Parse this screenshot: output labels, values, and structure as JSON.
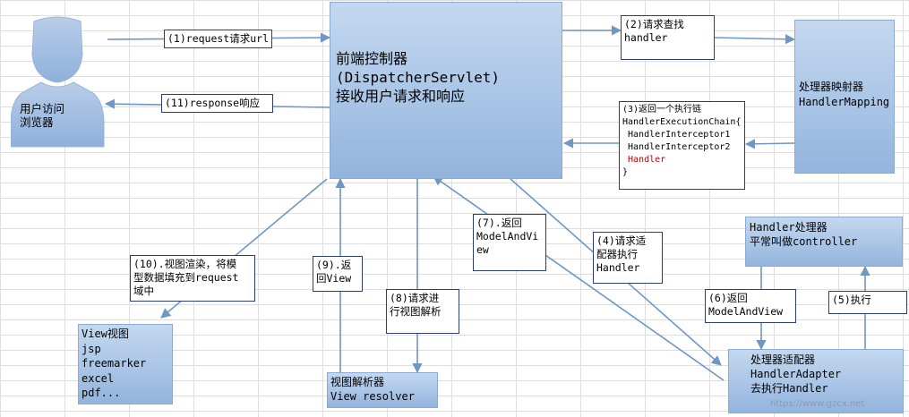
{
  "title_line1": "前端控制器",
  "title_line2": "(DispatcherServlet)",
  "title_line3": "接收用户请求和响应",
  "user_label": [
    "用户访问",
    "浏览器"
  ],
  "mapping_label": [
    "处理器映射器",
    "HandlerMapping"
  ],
  "handler_label": [
    "Handler处理器",
    "平常叫做controller"
  ],
  "adapter_label": [
    "处理器适配器",
    "HandlerAdapter",
    "去执行Handler"
  ],
  "resolver_label": [
    "视图解析器",
    "View resolver"
  ],
  "view_label": [
    "View视图",
    "jsp",
    "freemarker",
    "excel",
    "pdf..."
  ],
  "step1": "(1)request请求url",
  "step2": [
    "(2)请求查找",
    "handler"
  ],
  "step3": [
    "(3)返回一个执行链",
    "HandlerExecutionChain{",
    " HandlerInterceptor1",
    " HandlerInterceptor2",
    " Handler",
    "}"
  ],
  "step4": [
    "(4)请求适",
    "配器执行",
    "Handler"
  ],
  "step5": "(5)执行",
  "step6": [
    "(6)返回",
    "ModelAndView"
  ],
  "step7": [
    "(7).返回",
    "ModelAndVi",
    "ew"
  ],
  "step8": [
    "(8)请求进",
    "行视图解析"
  ],
  "step9": [
    "(9).返",
    "回View"
  ],
  "step10": [
    "(10).视图渲染，将模",
    "型数据填充到request",
    "域中"
  ],
  "step11": "(11)response响应",
  "watermark": "https://www.gzcx.net",
  "colors": {
    "box_blue": "#a7c3e5",
    "arrow": "#7096c4",
    "label_border": "#2b3e7a",
    "highlight_red": "#c00000"
  },
  "icons": [
    "user-icon"
  ]
}
